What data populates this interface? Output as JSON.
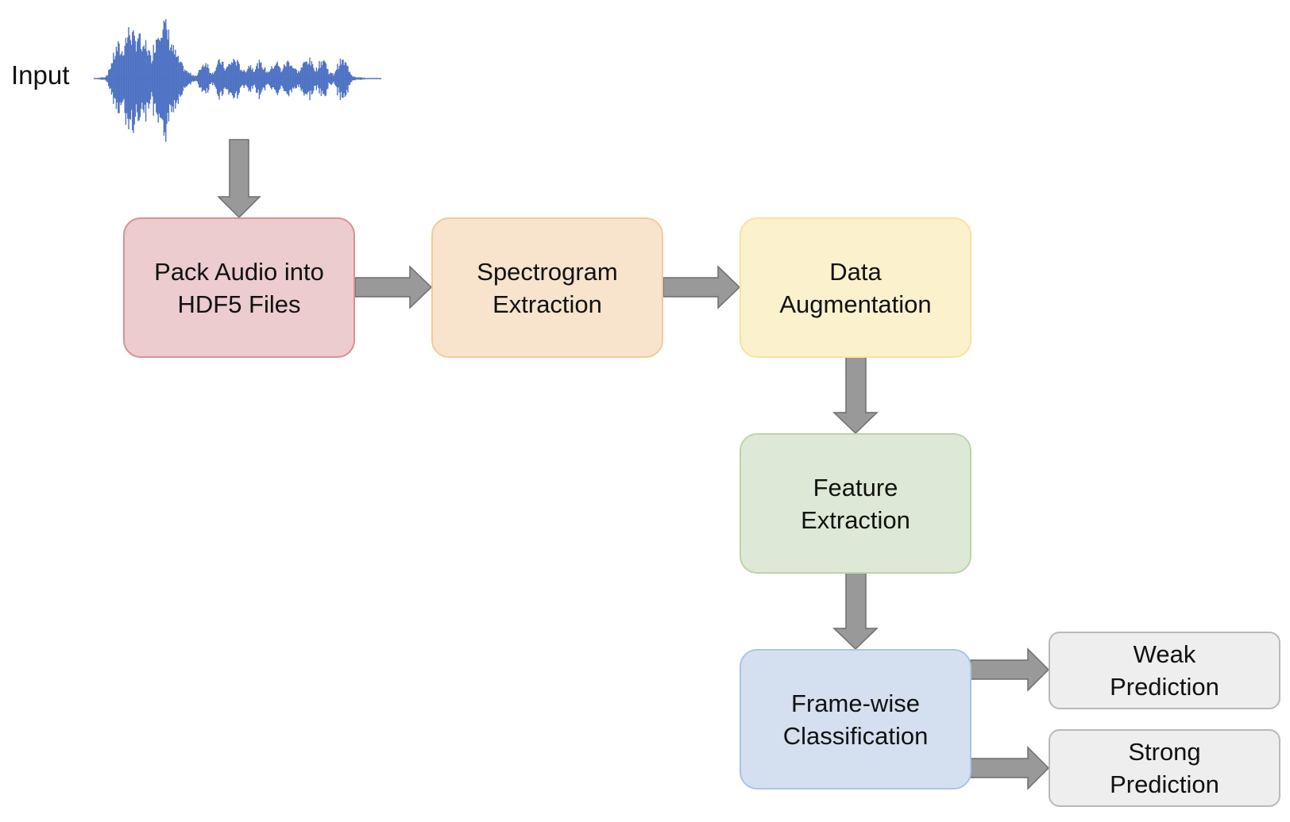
{
  "input_label": "Input",
  "colors": {
    "waveform": "#4f73c4",
    "arrow_fill": "#999999",
    "arrow_stroke": "#6e6e6e"
  },
  "boxes": {
    "pack_audio": {
      "line1": "Pack Audio into",
      "line2": "HDF5 Files",
      "fill": "#ecccce",
      "border": "#dc8f92"
    },
    "spectrogram": {
      "line1": "Spectrogram",
      "line2": "Extraction",
      "fill": "#f8e3cc",
      "border": "#f3c99c"
    },
    "data_augmentation": {
      "line1": "Data",
      "line2": "Augmentation",
      "fill": "#fbf1cc",
      "border": "#f7e39e"
    },
    "feature_extraction": {
      "line1": "Feature",
      "line2": "Extraction",
      "fill": "#dde9d6",
      "border": "#b9d5ab"
    },
    "frame_classification": {
      "line1": "Frame-wise",
      "line2": "Classification",
      "fill": "#d4e0f0",
      "border": "#a9c4e6"
    },
    "weak_prediction": {
      "line1": "Weak",
      "line2": "Prediction",
      "fill": "#eeeeee",
      "border": "#b9b9b9"
    },
    "strong_prediction": {
      "line1": "Strong",
      "line2": "Prediction",
      "fill": "#eeeeee",
      "border": "#b9b9b9"
    }
  }
}
